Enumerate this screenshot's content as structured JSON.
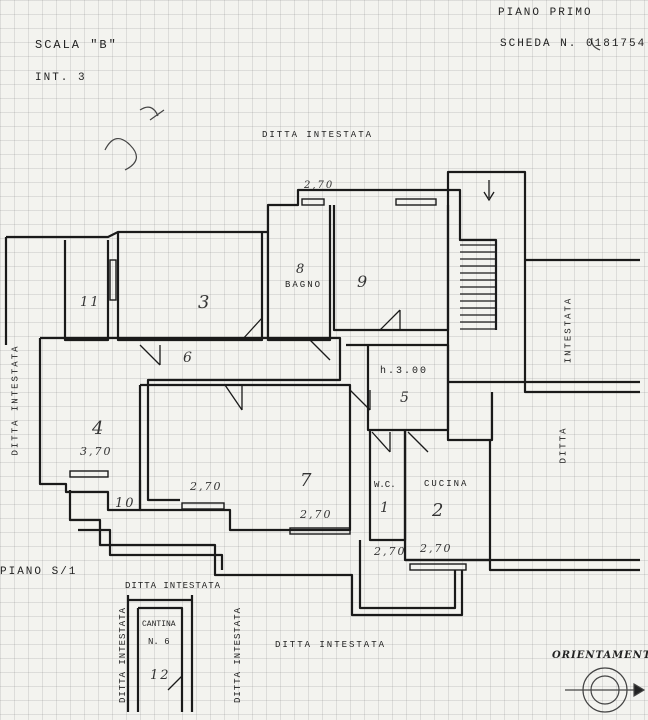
{
  "header": {
    "floor_label": "PIANO PRIMO",
    "card_label": "SCHEDA N. 0181754",
    "scale_label": "SCALA \"B\"",
    "unit_label": "INT. 3"
  },
  "neighbors": {
    "top": "DITTA INTESTATA",
    "left": "DITTA INTESTATA",
    "right_upper": "INTESTATA",
    "right_lower": "DITTA",
    "cellar_top": "DITTA INTESTATA",
    "cellar_left": "DITTA INTESTATA",
    "cellar_right": "DITTA INTESTATA",
    "bottom": "DITTA INTESTATA"
  },
  "rooms": {
    "bath": "BAGNO",
    "landing": "h.3.00",
    "wc": "W.C.",
    "kitchen": "CUCINA"
  },
  "cellar": {
    "title": "CANTINA",
    "number": "N. 6"
  },
  "floor_s1": "PIANO S/1",
  "orientation": "ORIENTAMENTO",
  "annotations": {
    "room_numbers": [
      "3",
      "8",
      "9",
      "6",
      "5",
      "4",
      "7",
      "1",
      "10",
      "11",
      "2",
      "12"
    ],
    "dims": [
      "3,70",
      "2,70",
      "2,70",
      "2,70",
      "2,70",
      "2,70"
    ]
  }
}
